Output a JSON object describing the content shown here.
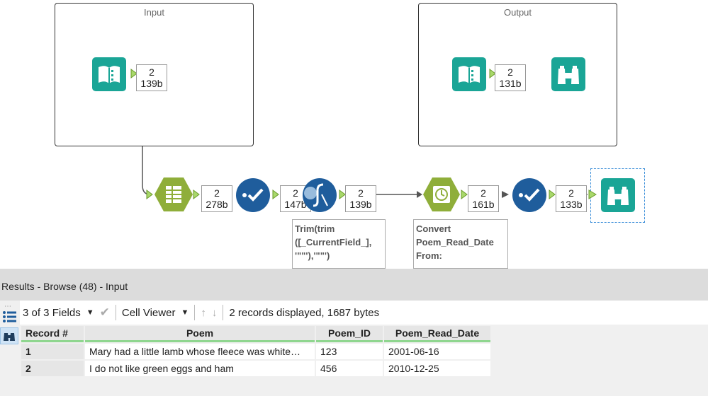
{
  "workflow": {
    "containers": [
      {
        "title": "Input"
      },
      {
        "title": "Output"
      }
    ],
    "badges": [
      {
        "count": "2",
        "size": "139b"
      },
      {
        "count": "2",
        "size": "131b"
      },
      {
        "count": "2",
        "size": "278b"
      },
      {
        "count": "2",
        "size": "147b"
      },
      {
        "count": "2",
        "size": "139b"
      },
      {
        "count": "2",
        "size": "161b"
      },
      {
        "count": "2",
        "size": "133b"
      }
    ],
    "annotations": [
      {
        "lines": [
          "Trim(trim",
          "([_CurrentField_],",
          "'\"\"'),'\"\"')"
        ]
      },
      {
        "lines": [
          "Convert",
          "Poem_Read_Date",
          "From:"
        ]
      }
    ]
  },
  "results": {
    "header": "Results - Browse (48) - Input",
    "toolbar": {
      "fields_label": "3 of 3 Fields",
      "viewer_label": "Cell Viewer",
      "status": "2 records displayed, 1687 bytes"
    },
    "columns": [
      "Record #",
      "Poem",
      "Poem_ID",
      "Poem_Read_Date"
    ],
    "rows": [
      [
        "1",
        "Mary had a little lamb whose fleece was white…",
        "123",
        "2001-06-16"
      ],
      [
        "2",
        "I do not like green eggs and ham",
        "456",
        "2010-12-25"
      ]
    ]
  },
  "colors": {
    "teal": "#1aa596",
    "olive": "#8fae3a",
    "navy": "#1f5d9c",
    "selection": "#3c8fd9"
  }
}
